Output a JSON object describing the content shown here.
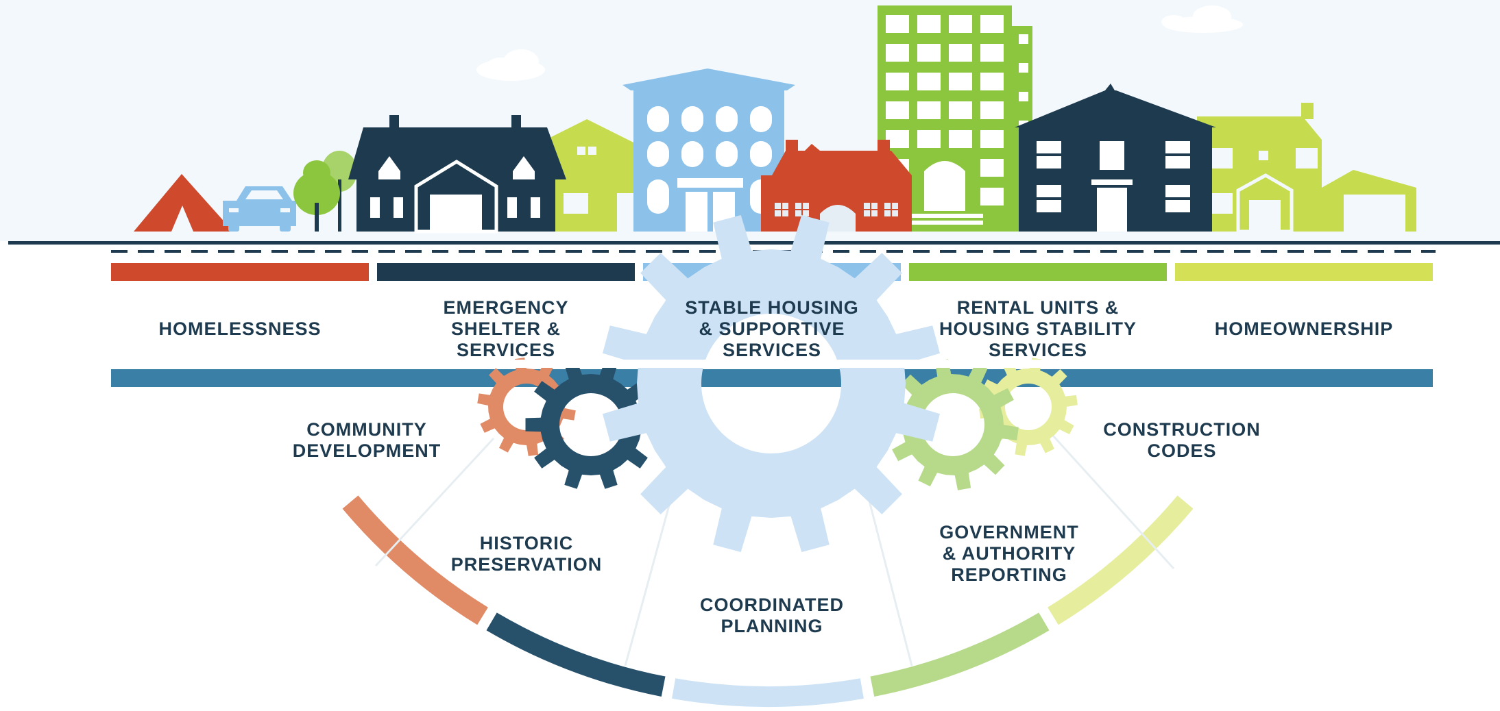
{
  "stages": [
    {
      "lines": [
        "HOMELESSNESS"
      ],
      "color": "#cf4a2c"
    },
    {
      "lines": [
        "EMERGENCY",
        "SHELTER &",
        "SERVICES"
      ],
      "color": "#1e3a4e"
    },
    {
      "lines": [
        "STABLE HOUSING",
        "& SUPPORTIVE",
        "SERVICES"
      ],
      "color": "#8cc1ea"
    },
    {
      "lines": [
        "RENTAL UNITS &",
        "HOUSING STABILITY",
        "SERVICES"
      ],
      "color": "#8cc63f"
    },
    {
      "lines": [
        "HOMEOWNERSHIP"
      ],
      "color": "#d4e157"
    }
  ],
  "support_areas": [
    {
      "lines": [
        "COMMUNITY",
        "DEVELOPMENT"
      ],
      "color": "#e08a66"
    },
    {
      "lines": [
        "HISTORIC",
        "PRESERVATION"
      ],
      "color": "#27506b"
    },
    {
      "lines": [
        "COORDINATED",
        "PLANNING"
      ],
      "color": "#cde3f5"
    },
    {
      "lines": [
        "GOVERNMENT",
        "& AUTHORITY",
        "REPORTING"
      ],
      "color": "#b6da8a"
    },
    {
      "lines": [
        "CONSTRUCTION",
        "CODES"
      ],
      "color": "#e6ed9c"
    }
  ],
  "colors": {
    "sky": "#f2f8fc",
    "ground_line": "#1e3a4e",
    "base_bar": "#3a7fa5",
    "label_text": "#1e3a4e"
  }
}
